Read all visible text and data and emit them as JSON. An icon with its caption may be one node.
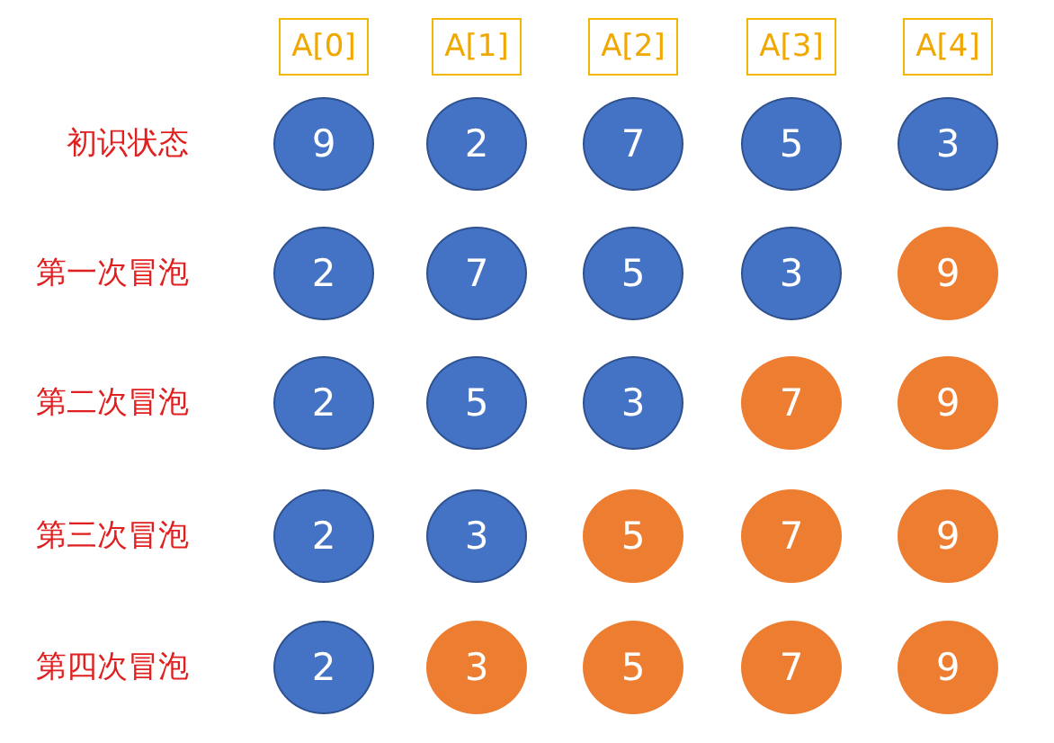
{
  "diagram": {
    "nodes": [
      {
        "text": [
          "A[0]"
        ]
      },
      {
        "text": [
          "A[1]"
        ]
      },
      {
        "text": [
          "A[2]"
        ]
      },
      {
        "text": [
          "A[3]"
        ]
      },
      {
        "text": [
          "A[4]"
        ]
      },
      {
        "text": [
          "9"
        ]
      },
      {
        "text": [
          "2"
        ]
      },
      {
        "text": [
          "7"
        ]
      },
      {
        "text": [
          "5"
        ]
      },
      {
        "text": [
          "3"
        ]
      },
      {
        "text": [
          "2"
        ]
      },
      {
        "text": [
          "7"
        ]
      },
      {
        "text": [
          "5"
        ]
      },
      {
        "text": [
          "3"
        ]
      },
      {
        "text": [
          "9"
        ]
      },
      {
        "text": [
          "2"
        ]
      },
      {
        "text": [
          "5"
        ]
      },
      {
        "text": [
          "3"
        ]
      },
      {
        "text": [
          "7"
        ]
      },
      {
        "text": [
          "9"
        ]
      },
      {
        "text": [
          "2"
        ]
      },
      {
        "text": [
          "3"
        ]
      },
      {
        "text": [
          "5"
        ]
      },
      {
        "text": [
          "7"
        ]
      },
      {
        "text": [
          "9"
        ]
      },
      {
        "text": [
          "2"
        ]
      },
      {
        "text": [
          "3"
        ]
      },
      {
        "text": [
          "5"
        ]
      },
      {
        "text": [
          "7"
        ]
      },
      {
        "text": [
          "9"
        ]
      }
    ],
    "edges": [],
    "labels": [
      "初识状态",
      "第一次冒泡",
      "第二次冒泡",
      "第三次冒泡",
      "第四次冒泡"
    ]
  }
}
